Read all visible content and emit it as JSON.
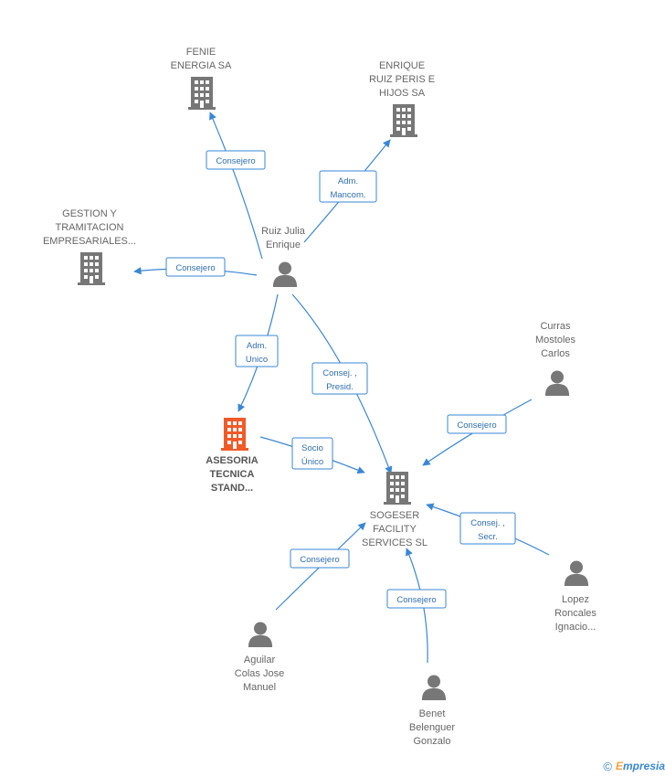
{
  "colors": {
    "edge": "#3a87d6",
    "company": "#777777",
    "person": "#777777",
    "focus": "#f05a28"
  },
  "nodes": {
    "fenie": {
      "label": [
        "FENIE",
        "ENERGIA SA"
      ],
      "icon": "building-icon"
    },
    "enrique_ruiz": {
      "label": [
        "ENRIQUE",
        "RUIZ PERIS E",
        "HIJOS SA"
      ],
      "icon": "building-icon"
    },
    "gestion": {
      "label": [
        "GESTION Y",
        "TRAMITACION",
        "EMPRESARIALES..."
      ],
      "icon": "building-icon"
    },
    "ruiz_julia": {
      "label": [
        "Ruiz Julia",
        "Enrique"
      ],
      "icon": "person-icon"
    },
    "asesoria": {
      "label": [
        "ASESORIA",
        "TECNICA",
        "STAND..."
      ],
      "icon": "building-icon"
    },
    "curras": {
      "label": [
        "Curras",
        "Mostoles",
        "Carlos"
      ],
      "icon": "person-icon"
    },
    "sogeser": {
      "label": [
        "SOGESER",
        "FACILITY",
        "SERVICES SL"
      ],
      "icon": "building-icon"
    },
    "lopez": {
      "label": [
        "Lopez",
        "Roncales",
        "Ignacio..."
      ],
      "icon": "person-icon"
    },
    "aguilar": {
      "label": [
        "Aguilar",
        "Colas Jose",
        "Manuel"
      ],
      "icon": "person-icon"
    },
    "benet": {
      "label": [
        "Benet",
        "Belenguer",
        "Gonzalo"
      ],
      "icon": "person-icon"
    }
  },
  "edges": {
    "e1": [
      "Consejero"
    ],
    "e2": [
      "Adm.",
      "Mancom."
    ],
    "e3": [
      "Consejero"
    ],
    "e4": [
      "Adm.",
      "Unico"
    ],
    "e5": [
      "Consej. ,",
      "Presid."
    ],
    "e6": [
      "Socio",
      "Único"
    ],
    "e7": [
      "Consejero"
    ],
    "e8": [
      "Consej. ,",
      "Secr."
    ],
    "e9": [
      "Consejero"
    ],
    "e10": [
      "Consejero"
    ]
  },
  "footer": {
    "copyright_symbol": "©",
    "brand_first": "E",
    "brand_rest": "mpresia"
  }
}
